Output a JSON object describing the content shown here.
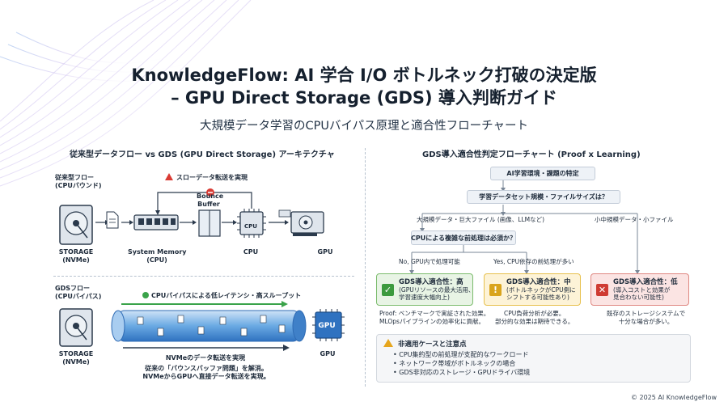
{
  "header": {
    "title_line1": "KnowledgeFlow: AI 学合 I/O ボトルネック打破の決定版",
    "title_line2": "– GPU Direct Storage (GDS) 導入判断ガイド",
    "subtitle": "大規模データ学習のCPUバイパス原理と適合性フローチャート"
  },
  "left": {
    "heading": "従来型データフロー vs GDS (GPU Direct Storage) アーキテクチャ",
    "traditional": {
      "flow_label_1": "従来型フロー",
      "flow_label_2": "(CPUバウンド)",
      "warning": "スローデータ転送を実現",
      "bounce_1": "Bounce",
      "bounce_2": "Buffer",
      "storage_1": "STORAGE",
      "storage_2": "(NVMe)",
      "memory_1": "System Memory",
      "memory_2": "(CPU)",
      "cpu_label": "CPU",
      "cpu_chip": "CPU",
      "gpu_label": "GPU"
    },
    "gds": {
      "flow_label_1": "GDSフロー",
      "flow_label_2": "(CPUバイパス)",
      "bypass": "CPUバイパスによる低レイテンシ・高スループット",
      "transfer": "NVMeのデータ転送を実現",
      "note_1": "従来の「バウンスバッファ問題」を解消。",
      "note_2": "NVMeからGPUへ直接データ転送を実現。",
      "storage_1": "STORAGE",
      "storage_2": "(NVMe)",
      "gpu_chip": "GPU",
      "gpu_label": "GPU"
    }
  },
  "right": {
    "heading": "GDS導入適合性判定フローチャート (Proof x Learning)",
    "step1": "AI学習環境・課題の特定",
    "step2": "学習データセット規模・ファイルサイズは？",
    "branch_large": "大規模データ・巨大ファイル (画像、LLMなど)",
    "branch_small": "小中規模データ・小ファイル",
    "step3": "CPUによる複雑な前処理は必須か？",
    "branch_no": "No, GPU内で処理可能",
    "branch_yes": "Yes, CPU依存の前処理が多い",
    "result_high": {
      "title": "GDS導入適合性：高",
      "sub1": "(GPUリソースの最大活用、",
      "sub2": "学習速度大幅向上)"
    },
    "result_mid": {
      "title": "GDS導入適合性：中",
      "sub1": "(ボトルネックがCPU側に",
      "sub2": "シフトする可能性あり)"
    },
    "result_low": {
      "title": "GDS導入適合性：低",
      "sub1": "(導入コストと効果が",
      "sub2": "見合わない可能性)"
    },
    "note_high_1": "Proof: ベンチマークで実証された効果。",
    "note_high_2": "MLOpsパイプラインの効率化に貢献。",
    "note_mid_1": "CPU負荷分析が必要。",
    "note_mid_2": "部分的な効果は期待できる。",
    "note_low_1": "既存のストレージシステムで",
    "note_low_2": "十分な場合が多い。",
    "caution": {
      "title": "非適用ケースと注意点",
      "items": [
        "CPU集約型の前処理が支配的なワークロード",
        "ネットワーク帯域がボトルネックの場合",
        "GDS非対応のストレージ・GPUドライバ環境"
      ]
    }
  },
  "footer": "© 2025 AI KnowledgeFlow",
  "colors": {
    "arrow_green": "#3aa34a",
    "tube_blue": "#4a90d9",
    "warn_red": "#d93b34"
  }
}
